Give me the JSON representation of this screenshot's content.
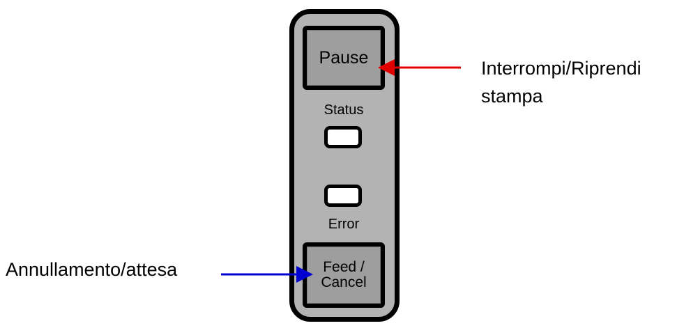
{
  "panel": {
    "pause_key": "Pause",
    "status_label": "Status",
    "error_label": "Error",
    "feed_key_line1": "Feed /",
    "feed_key_line2": "Cancel"
  },
  "callouts": {
    "pause": {
      "line1": "Interrompi/Riprendi",
      "line2": "stampa",
      "arrow_color": "#e00000"
    },
    "feed": {
      "text": "Annullamento/attesa",
      "arrow_color": "#0000d0"
    }
  }
}
